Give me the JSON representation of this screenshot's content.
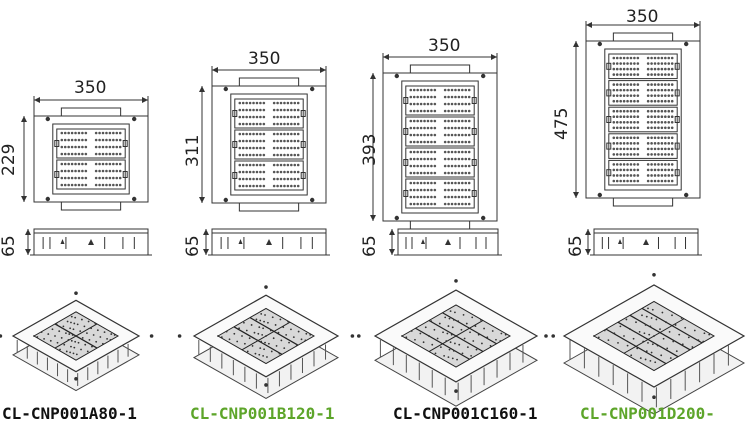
{
  "models": [
    {
      "width": "350",
      "height": "229",
      "depth": "65",
      "modules": 2,
      "name": "CL-CNP001A80-1",
      "color": "#111111"
    },
    {
      "width": "350",
      "height": "311",
      "depth": "65",
      "modules": 3,
      "name": "CL-CNP001B120-1",
      "color": "#5da52a"
    },
    {
      "width": "350",
      "height": "393",
      "depth": "65",
      "modules": 4,
      "name": "CL-CNP001C160-1",
      "color": "#111111"
    },
    {
      "width": "350",
      "height": "475",
      "depth": "65",
      "modules": 5,
      "name": "CL-CNP001D200-",
      "color": "#5da52a"
    }
  ]
}
